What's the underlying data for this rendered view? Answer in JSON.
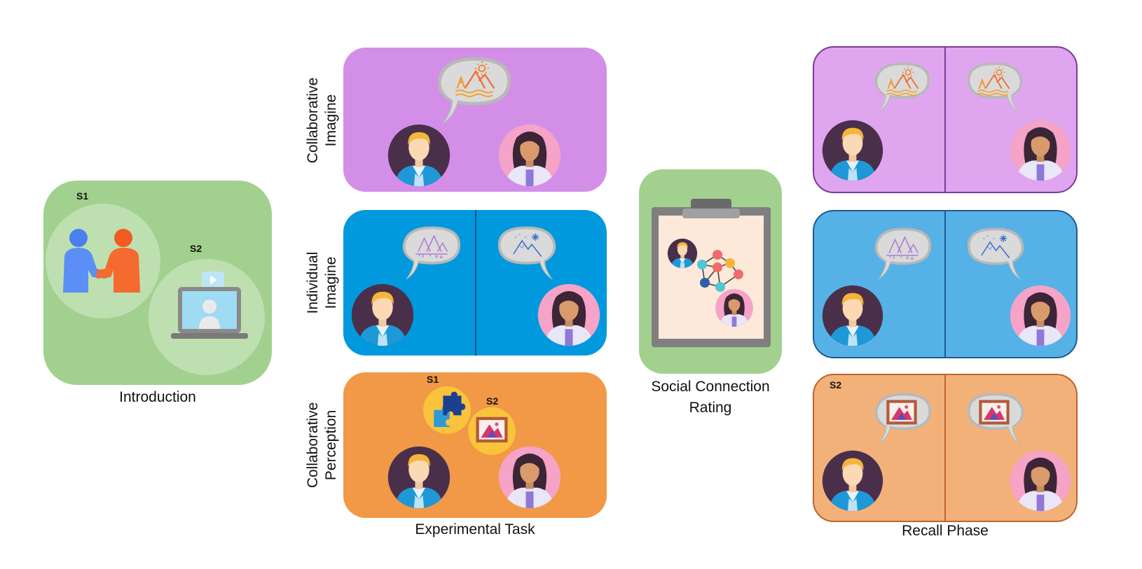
{
  "introduction": {
    "caption": "Introduction",
    "s1_tag": "S1",
    "s2_tag": "S2",
    "icons": [
      "handshake-icon",
      "video-call-laptop-icon"
    ]
  },
  "experimental_task": {
    "caption": "Experimental Task",
    "rows": [
      {
        "label": "Collaborative\nImagine",
        "color": "#d38fe8"
      },
      {
        "label": "Individual\nImagine",
        "color": "#0199dd"
      },
      {
        "label": "Collaborative\nPerception",
        "color": "#f19946"
      }
    ],
    "perception_s1_tag": "S1",
    "perception_s2_tag": "S2"
  },
  "social_connection": {
    "caption_line1": "Social Connection",
    "caption_line2": "Rating",
    "color": "#a2d18f",
    "icons": [
      "clipboard-icon",
      "network-icon"
    ]
  },
  "recall_phase": {
    "caption": "Recall Phase",
    "rows": [
      {
        "color": "#dfa6ef",
        "border": "#7a3a9a"
      },
      {
        "color": "#56b2e6",
        "border": "#1f5a8f"
      },
      {
        "color": "#f3b17a",
        "border": "#c0632a"
      }
    ],
    "s2_tag": "S2"
  },
  "colors": {
    "introduction_bg": "#a2d18f",
    "speech_bubble": "#d9d9d9",
    "male_bg": "#4a2f4a",
    "female_bg": "#f5a3c7"
  }
}
